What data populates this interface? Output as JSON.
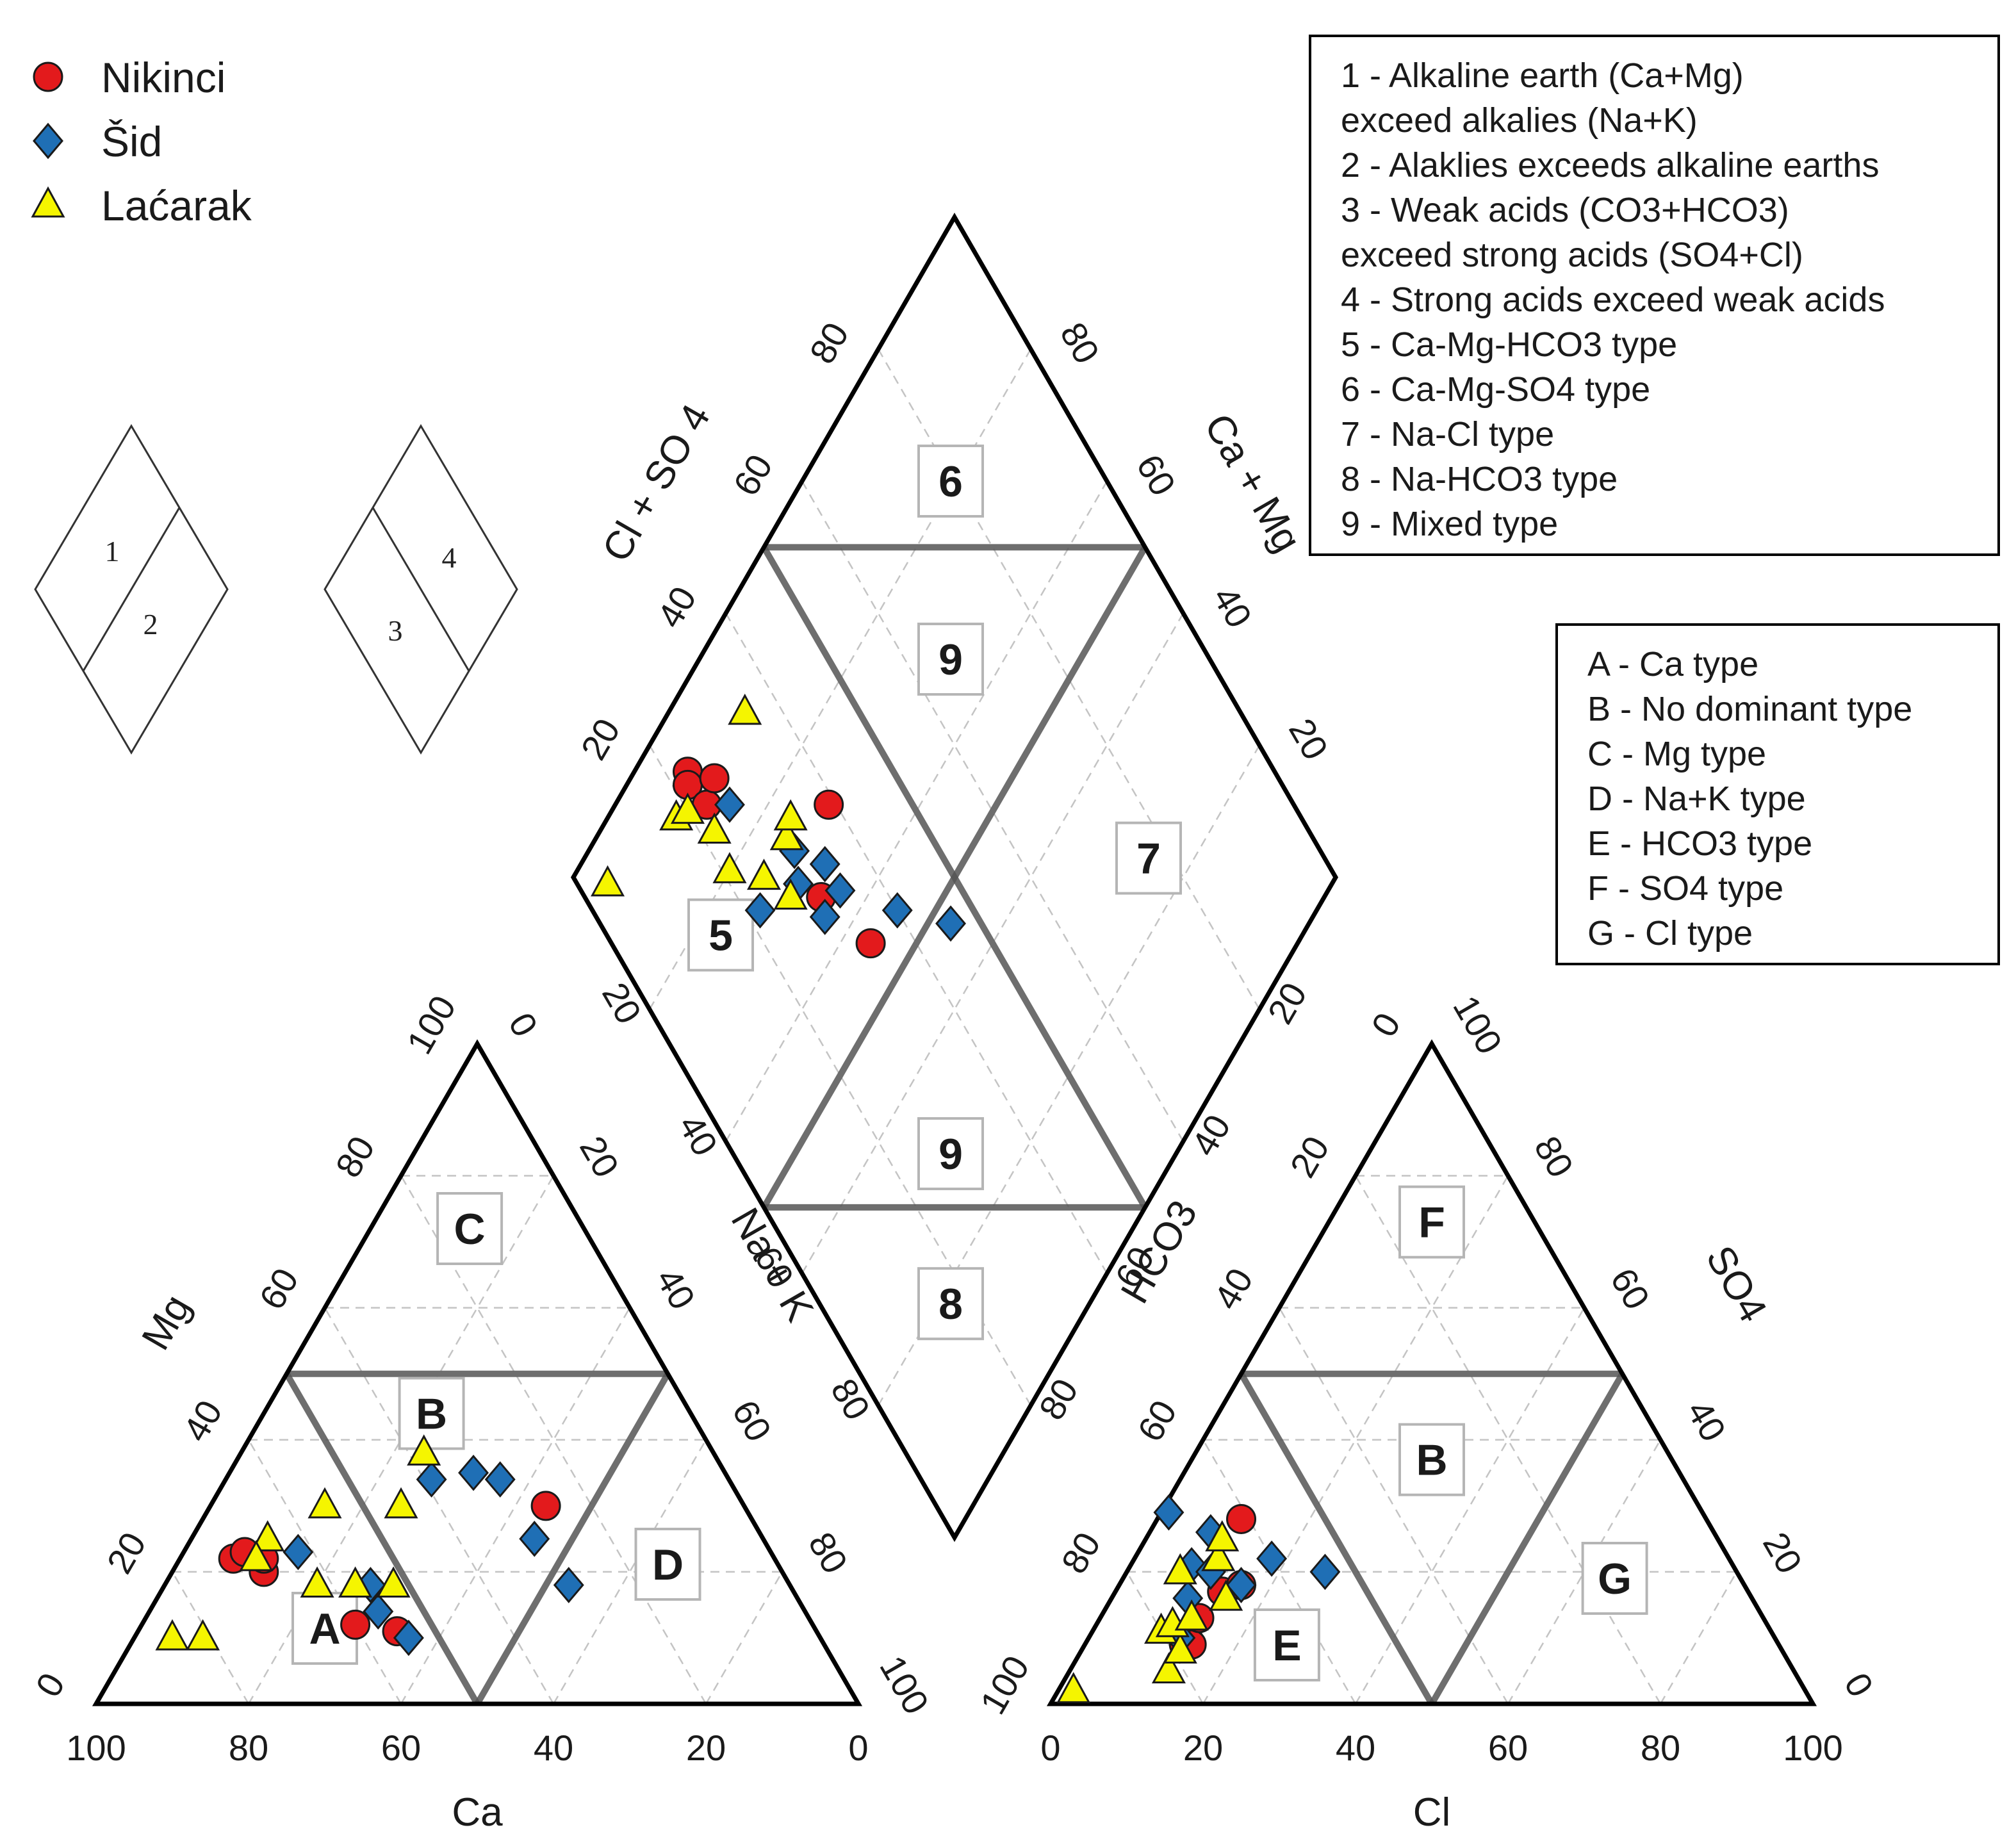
{
  "chart_data": {
    "type": "scatter",
    "subtype": "piper-diagram",
    "series": [
      {
        "name": "Nikinci",
        "marker": "circle",
        "color": "#e31a1c",
        "points": [
          {
            "Ca": 71,
            "Mg": 22,
            "Na_K": 7,
            "HCO3": 77,
            "SO4": 10,
            "Cl": 13
          },
          {
            "Ca": 69,
            "Mg": 23,
            "Na_K": 8,
            "HCO3": 78,
            "SO4": 9,
            "Cl": 13
          },
          {
            "Ca": 68,
            "Mg": 20,
            "Na_K": 12,
            "HCO3": 77,
            "SO4": 9,
            "Cl": 14
          },
          {
            "Ca": 67,
            "Mg": 22,
            "Na_K": 11,
            "HCO3": 74,
            "SO4": 13,
            "Cl": 13
          },
          {
            "Ca": 55,
            "Mg": 11,
            "Na_K": 34,
            "HCO3": 69,
            "SO4": 17,
            "Cl": 14
          },
          {
            "Ca": 26,
            "Mg": 30,
            "Na_K": 44,
            "HCO3": 66,
            "SO4": 18,
            "Cl": 16
          },
          {
            "Ca": 60,
            "Mg": 12,
            "Na_K": 28,
            "HCO3": 61,
            "SO4": 28,
            "Cl": 11
          }
        ]
      },
      {
        "name": "Šid",
        "marker": "diamond",
        "color": "#1f6fb5",
        "points": [
          {
            "Ca": 62,
            "Mg": 23,
            "Na_K": 15,
            "HCO3": 74,
            "SO4": 16,
            "Cl": 10
          },
          {
            "Ca": 56,
            "Mg": 14,
            "Na_K": 30,
            "HCO3": 71,
            "SO4": 21,
            "Cl": 8
          },
          {
            "Ca": 55,
            "Mg": 18,
            "Na_K": 27,
            "HCO3": 69,
            "SO4": 20,
            "Cl": 11
          },
          {
            "Ca": 39,
            "Mg": 34,
            "Na_K": 27,
            "HCO3": 78,
            "SO4": 10,
            "Cl": 12
          },
          {
            "Ca": 33,
            "Mg": 35,
            "Na_K": 32,
            "HCO3": 66,
            "SO4": 26,
            "Cl": 8
          },
          {
            "Ca": 30,
            "Mg": 34,
            "Na_K": 36,
            "HCO3": 66,
            "SO4": 18,
            "Cl": 16
          },
          {
            "Ca": 30,
            "Mg": 25,
            "Na_K": 45,
            "HCO3": 60,
            "SO4": 22,
            "Cl": 18
          },
          {
            "Ca": 29,
            "Mg": 18,
            "Na_K": 53,
            "HCO3": 54,
            "SO4": 20,
            "Cl": 26
          },
          {
            "Ca": 54,
            "Mg": 10,
            "Na_K": 36,
            "HCO3": 70,
            "SO4": 29,
            "Cl": 1
          }
        ]
      },
      {
        "name": "Laćarak",
        "marker": "triangle",
        "color": "#f5f500",
        "points": [
          {
            "Ca": 85,
            "Mg": 10,
            "Na_K": 5,
            "HCO3": 96,
            "SO4": 2,
            "Cl": 2
          },
          {
            "Ca": 81,
            "Mg": 10,
            "Na_K": 9,
            "HCO3": 82,
            "SO4": 5,
            "Cl": 13
          },
          {
            "Ca": 65,
            "Mg": 25,
            "Na_K": 10,
            "HCO3": 80,
            "SO4": 11,
            "Cl": 9
          },
          {
            "Ca": 62,
            "Mg": 18,
            "Na_K": 20,
            "HCO3": 79,
            "SO4": 8,
            "Cl": 13
          },
          {
            "Ca": 55,
            "Mg": 30,
            "Na_K": 15,
            "HCO3": 78,
            "SO4": 12,
            "Cl": 10
          },
          {
            "Ca": 57,
            "Mg": 18,
            "Na_K": 25,
            "HCO3": 75,
            "SO4": 13,
            "Cl": 12
          },
          {
            "Ca": 52,
            "Mg": 18,
            "Na_K": 30,
            "HCO3": 73,
            "SO4": 20,
            "Cl": 7
          },
          {
            "Ca": 45,
            "Mg": 30,
            "Na_K": 25,
            "HCO3": 69,
            "SO4": 16,
            "Cl": 15
          },
          {
            "Ca": 38,
            "Mg": 38,
            "Na_K": 24,
            "HCO3": 67,
            "SO4": 22,
            "Cl": 11
          },
          {
            "Ca": 68,
            "Mg": 22,
            "Na_K": 10,
            "HCO3": 65,
            "SO4": 25,
            "Cl": 10
          }
        ]
      }
    ],
    "cation_axes": {
      "bottom": "Ca",
      "left": "Mg",
      "right": "Na + K",
      "bottom_ticks": [
        "100",
        "80",
        "60",
        "40",
        "20",
        "0"
      ],
      "left_ticks": [
        "0",
        "20",
        "40",
        "60",
        "80",
        "100"
      ],
      "right_ticks": [
        "0",
        "20",
        "40",
        "60",
        "80",
        "100"
      ]
    },
    "anion_axes": {
      "bottom": "Cl",
      "left": "HCO3",
      "right": "SO4",
      "bottom_ticks": [
        "0",
        "20",
        "40",
        "60",
        "80",
        "100"
      ],
      "left_ticks": [
        "100",
        "80",
        "60",
        "40",
        "20",
        "0"
      ],
      "right_ticks": [
        "100",
        "80",
        "60",
        "40",
        "20",
        "0"
      ]
    },
    "diamond_axes": {
      "upper_left": "Cl + SO 4",
      "upper_right": "Ca + Mg",
      "upper_left_ticks": [
        "20",
        "40",
        "60",
        "80"
      ],
      "upper_right_ticks": [
        "20",
        "40",
        "60",
        "80"
      ],
      "lower_left_ticks": [
        "20",
        "40",
        "60",
        "80"
      ],
      "lower_right_ticks": [
        "20",
        "40",
        "60",
        "80"
      ]
    },
    "cation_zones": [
      "A",
      "B",
      "C",
      "D"
    ],
    "anion_zones": [
      "B",
      "E",
      "F",
      "G"
    ],
    "diamond_zones": [
      "5",
      "6",
      "7",
      "8",
      "9",
      "9"
    ],
    "inset_labels": {
      "left": [
        "1",
        "2"
      ],
      "right": [
        "3",
        "4"
      ]
    },
    "notes_water_type": [
      "1 - Alkaline earth (Ca+Mg)",
      "exceed alkalies (Na+K)",
      "2 - Alaklies exceeds alkaline earths",
      "3 - Weak acids (CO3+HCO3)",
      "exceed strong acids (SO4+Cl)",
      "4 - Strong acids exceed weak acids",
      "5 - Ca-Mg-HCO3 type",
      "6 - Ca-Mg-SO4 type",
      "7 - Na-Cl type",
      "8 - Na-HCO3 type",
      "9 - Mixed type"
    ],
    "notes_ion_type": [
      "A - Ca type",
      "B - No dominant type",
      "C - Mg type",
      "D - Na+K type",
      "E - HCO3 type",
      "F - SO4 type",
      "G - Cl type"
    ],
    "legend_position": "top-left",
    "grid": true
  }
}
